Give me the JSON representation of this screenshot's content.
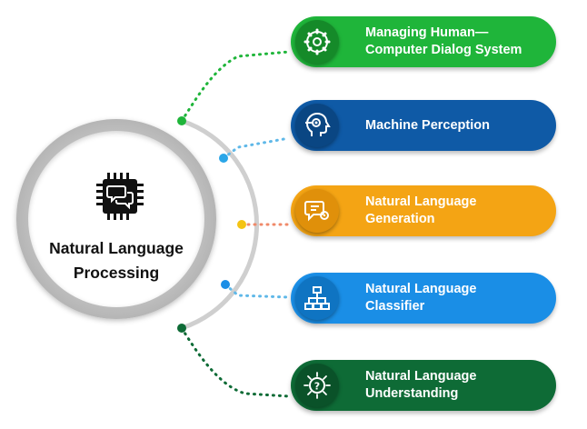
{
  "center": {
    "title_line1": "Natural Language",
    "title_line2": "Processing",
    "icon": "processor-chip-chat-icon"
  },
  "items": [
    {
      "line1": "Managing Human—",
      "line2": "Computer Dialog  System",
      "icon": "gear-icon",
      "color": "#1fb53a",
      "dark": "#158a29"
    },
    {
      "line1": "Machine Perception",
      "line2": "",
      "icon": "head-eye-icon",
      "color": "#0f5aa6",
      "dark": "#0a4683"
    },
    {
      "line1": "Natural Language",
      "line2": "Generation",
      "icon": "chat-gear-icon",
      "color": "#f4a414",
      "dark": "#d88a05"
    },
    {
      "line1": "Natural Language",
      "line2": "Classifier",
      "icon": "hierarchy-icon",
      "color": "#1a8ee6",
      "dark": "#0f74c2"
    },
    {
      "line1": "Natural Language",
      "line2": "Understanding",
      "icon": "question-head-icon",
      "color": "#0e6b36",
      "dark": "#0a5229"
    }
  ],
  "colors": {
    "ring": "#c8c8c8",
    "dot_green": "#1fb53a",
    "dot_blue": "#5fb8e8",
    "dot_orange": "#f0a070",
    "dot_yellow": "#f4c414",
    "dot_dark_green": "#0e6b36"
  }
}
